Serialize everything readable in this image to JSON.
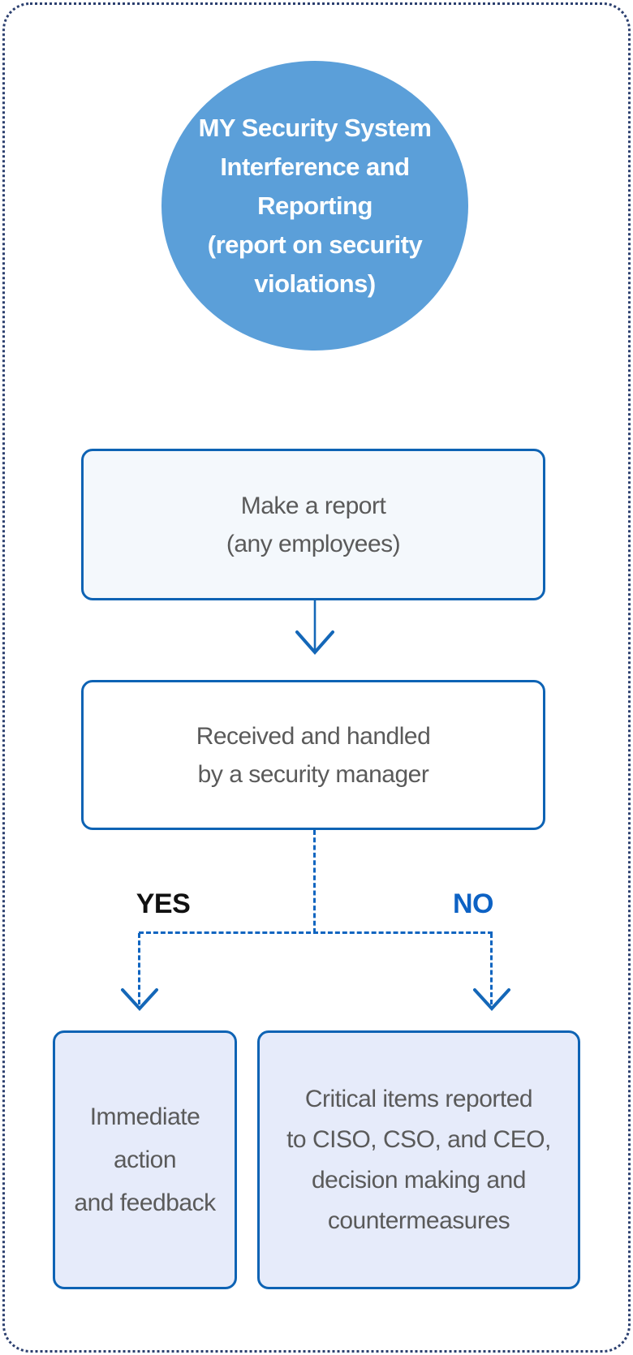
{
  "diagram": {
    "circle": {
      "lines": [
        "MY Security System",
        "Interference and",
        "Reporting",
        "(report on security",
        "violations)"
      ]
    },
    "steps": {
      "report": {
        "lines": [
          "Make a report",
          "(any employees)"
        ]
      },
      "received": {
        "lines": [
          "Received and handled",
          "by a security manager"
        ]
      },
      "immediate": {
        "lines": [
          "Immediate",
          "action",
          "and feedback"
        ]
      },
      "critical": {
        "lines": [
          "Critical items reported",
          "to CISO, CSO, and CEO,",
          "decision making and",
          "countermeasures"
        ]
      }
    },
    "branch_labels": {
      "yes": "YES",
      "no": "NO"
    },
    "colors": {
      "circle_fill": "#5B9FD9",
      "box_border": "#0E63B4",
      "connector_blue": "#1065C0",
      "arrow_blue": "#1467B8",
      "outer_border_navy": "#2B3F6F",
      "report_box_fill": "#F4F8FC",
      "received_box_fill": "#FFFFFF",
      "result_box_fill": "#E6EBFA",
      "body_text_gray": "#5A5A5A",
      "yes_text": "#111111",
      "no_text": "#0D62C4",
      "circle_text": "#FFFFFF"
    }
  }
}
